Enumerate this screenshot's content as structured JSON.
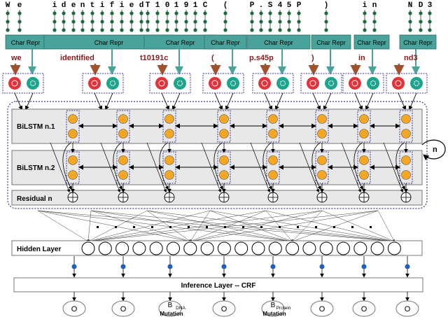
{
  "input_chars": [
    "W",
    "e",
    "i",
    "d",
    "e",
    "n",
    "t",
    "i",
    "f",
    "i",
    "e",
    "d",
    "T",
    "1",
    "0",
    "1",
    "9",
    "1",
    "C",
    "(",
    "P",
    ".",
    "S",
    "4",
    "5",
    "P",
    ")",
    "i",
    "n",
    "N",
    "D",
    "3"
  ],
  "char_repr_label": "Char Repr",
  "tokens": [
    "we",
    "identified",
    "t10191c",
    "(",
    "p.s45p",
    ")",
    "in",
    "nd3"
  ],
  "layers": {
    "bilstm1": "BiLSTM n.1",
    "bilstm2": "BiLSTM n.2",
    "residual": "Residual n",
    "loop": "n",
    "hidden": "Hidden Layer",
    "inference": "Inference Layer -- CRF"
  },
  "output_labels": [
    {
      "main": "O",
      "sub": "",
      "under": ""
    },
    {
      "main": "O",
      "sub": "",
      "under": ""
    },
    {
      "main": "B",
      "sub": "DNA",
      "under": "Mutation"
    },
    {
      "main": "O",
      "sub": "",
      "under": ""
    },
    {
      "main": "B",
      "sub": "Protein",
      "under": "Mutation"
    },
    {
      "main": "O",
      "sub": "",
      "under": ""
    },
    {
      "main": "O",
      "sub": "",
      "under": ""
    },
    {
      "main": "O",
      "sub": "",
      "under": ""
    }
  ],
  "colors": {
    "char_repr_fill": "#4aa39a",
    "token_text": "#8b1a1a",
    "token_arrow": "#a0522d",
    "word_icon": "#e3323a",
    "char_icon": "#1aa58c",
    "lstm_cell": "#f5a623",
    "blue_node": "#1f5fbf",
    "layer_fill": "#e8e8e8",
    "dotted_border": "#3a3a8a"
  }
}
